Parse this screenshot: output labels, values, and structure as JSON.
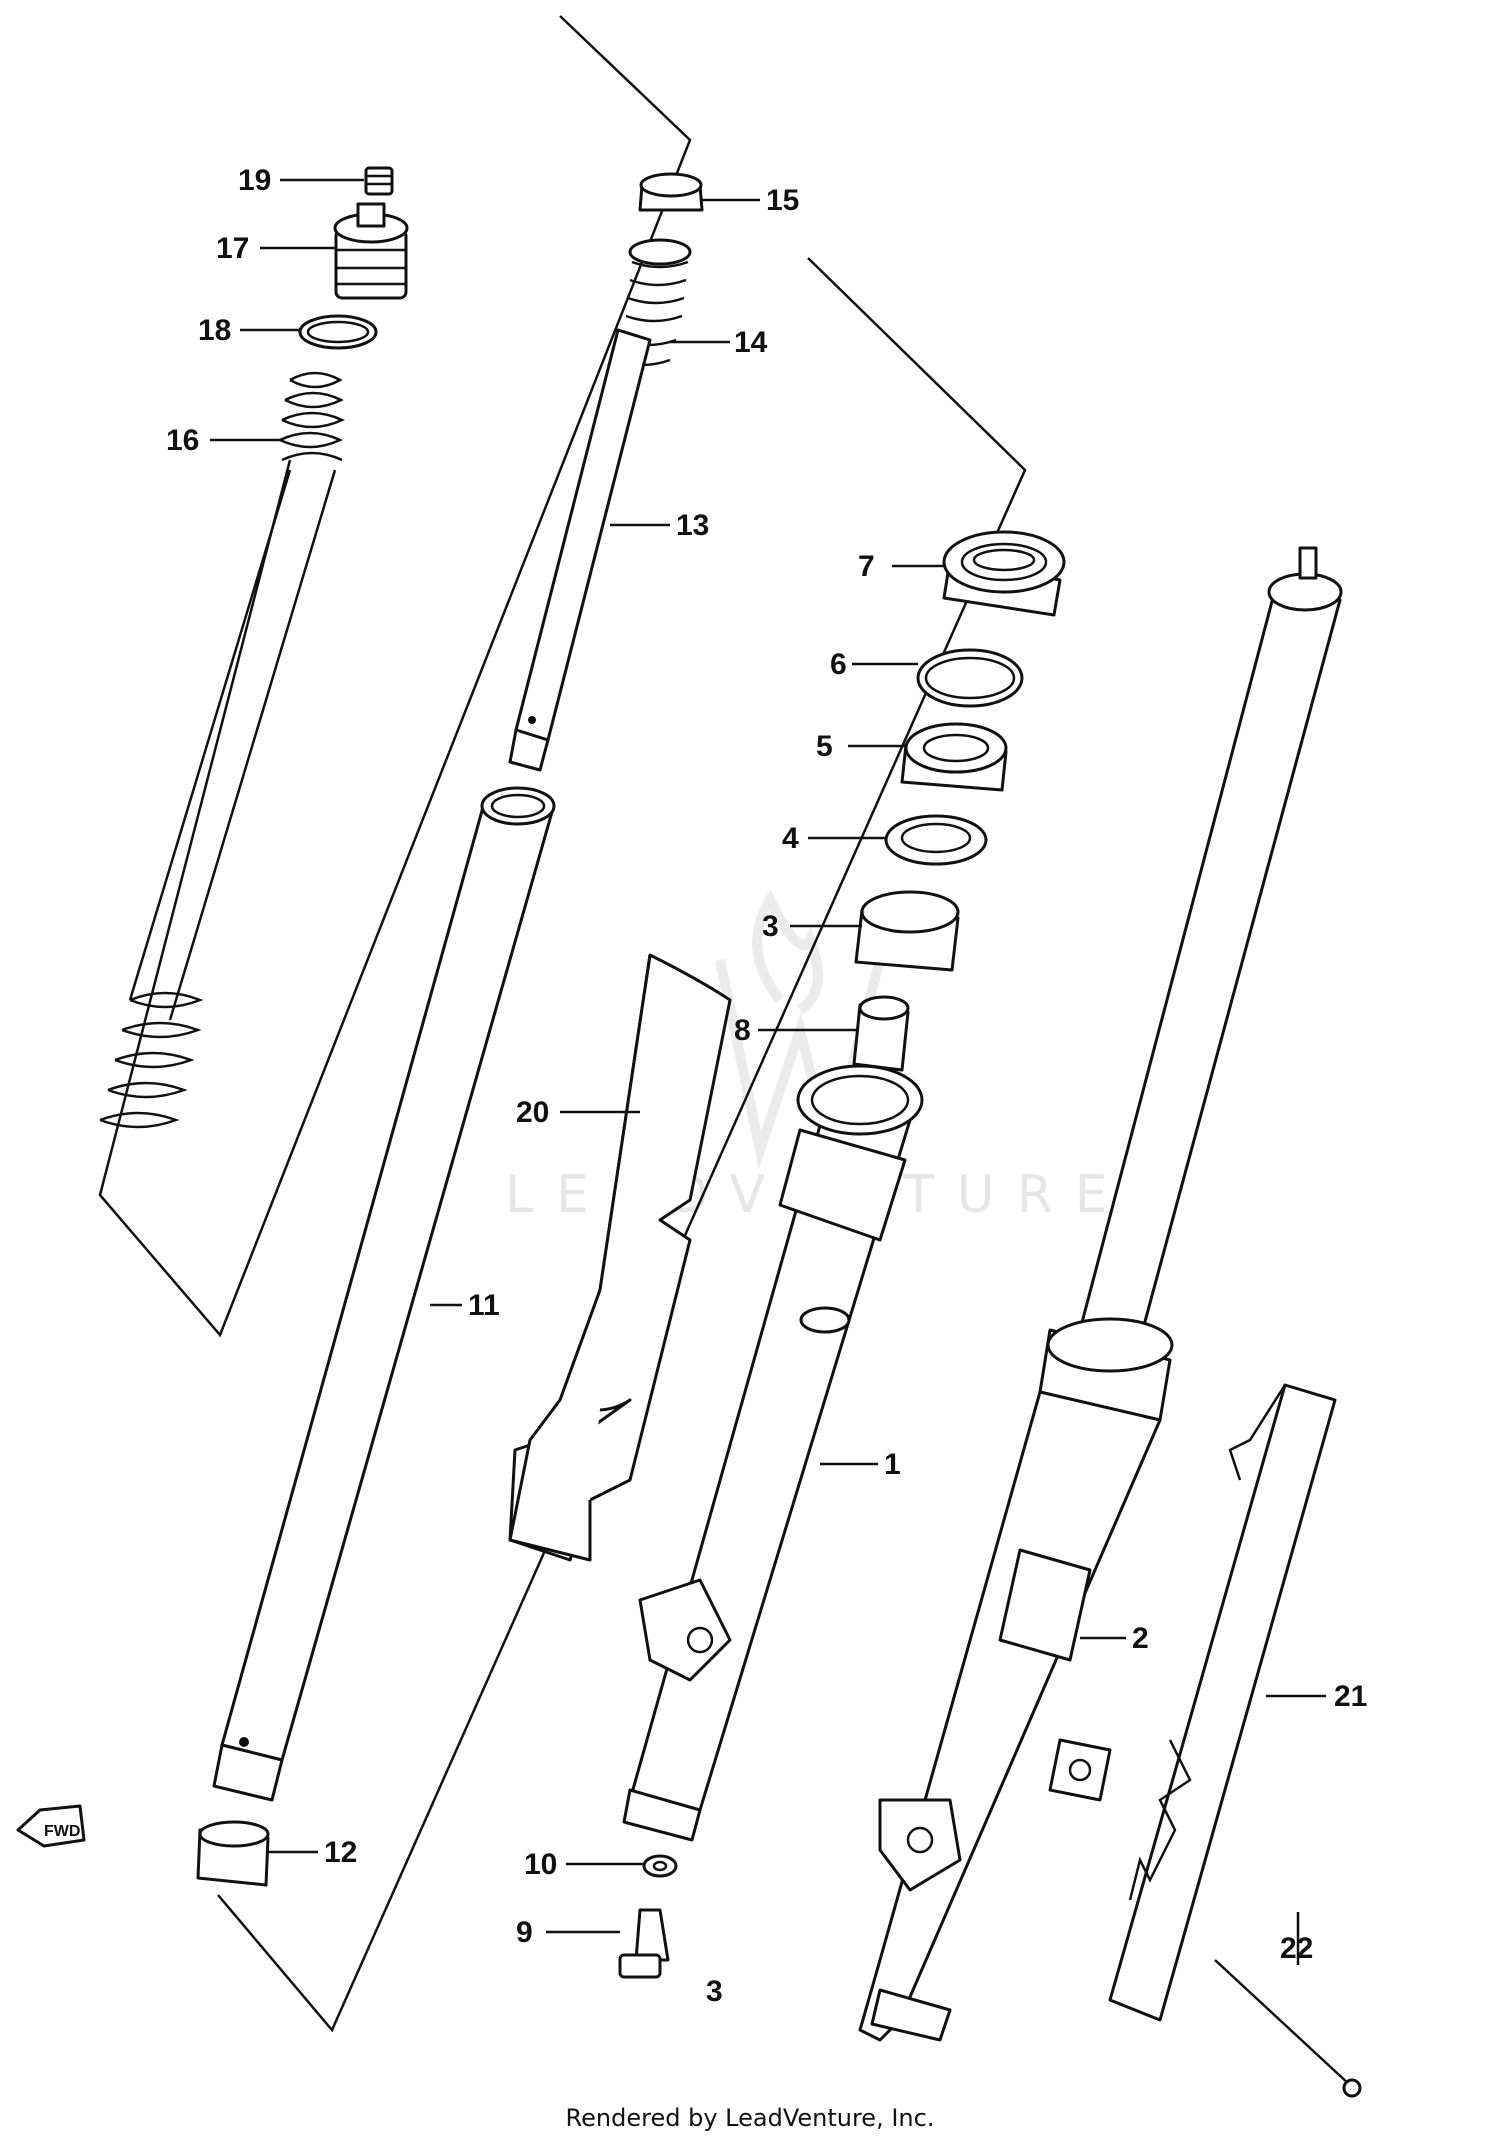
{
  "diagram": {
    "callouts": [
      "19",
      "17",
      "18",
      "16",
      "15",
      "14",
      "13",
      "7",
      "6",
      "5",
      "4",
      "3",
      "8",
      "20",
      "11",
      "1",
      "2",
      "21",
      "12",
      "10",
      "9",
      "22"
    ],
    "watermark": "LEADVENTURE",
    "front_badge": "FWD",
    "stray_mark": "3"
  },
  "footer": {
    "text": "Rendered by LeadVenture, Inc."
  }
}
